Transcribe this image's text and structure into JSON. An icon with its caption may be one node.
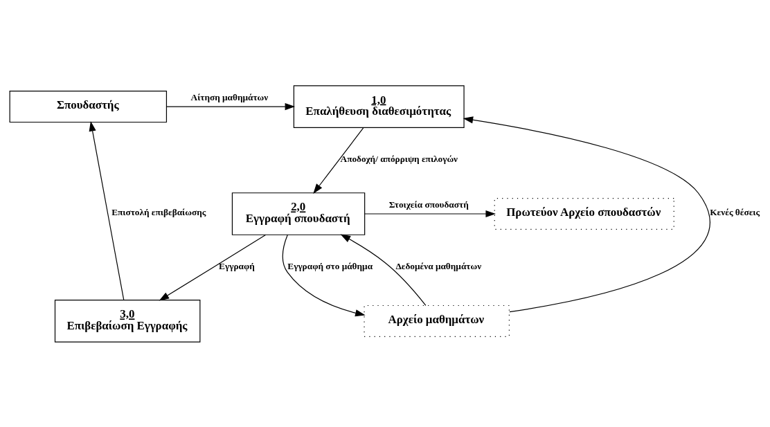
{
  "diagram": {
    "nodes": [
      {
        "text": [
          "Σπουδαστής"
        ]
      },
      {
        "text": [
          "1,0",
          "Επαλήθευση διαθεσιμότητας"
        ]
      },
      {
        "text": [
          "2,0",
          "Εγγραφή σπουδαστή"
        ]
      },
      {
        "text": [
          "3,0",
          "Επιβεβαίωση Εγγραφής"
        ]
      },
      {
        "text": [
          "Αρχείο μαθημάτων"
        ]
      },
      {
        "text": [
          "Πρωτεύον Αρχείο σπουδαστών"
        ]
      }
    ],
    "edges": [
      {
        "from": 0,
        "to": 1,
        "arrow": "to",
        "label": "Αίτηση μαθημάτων"
      },
      {
        "from": 4,
        "to": 1,
        "arrow": "to",
        "label": "Κενές θέσεις"
      },
      {
        "from": 1,
        "to": 2,
        "arrow": "to",
        "label": "Αποδοχή/ απόρριψη επιλογών"
      },
      {
        "from": 4,
        "to": 2,
        "arrow": "to",
        "label": "Δεδομένα μαθημάτων"
      },
      {
        "from": 2,
        "to": 4,
        "arrow": "to",
        "label": "Εγγραφή στο μάθημα"
      },
      {
        "from": 2,
        "to": 5,
        "arrow": "to",
        "label": "Στοιχεία σπουδαστή"
      },
      {
        "from": 2,
        "to": 3,
        "arrow": "to",
        "label": "Εγγραφή"
      },
      {
        "from": 3,
        "to": 0,
        "arrow": "to",
        "label": "Επιστολή επιβεβαίωσης"
      }
    ]
  }
}
